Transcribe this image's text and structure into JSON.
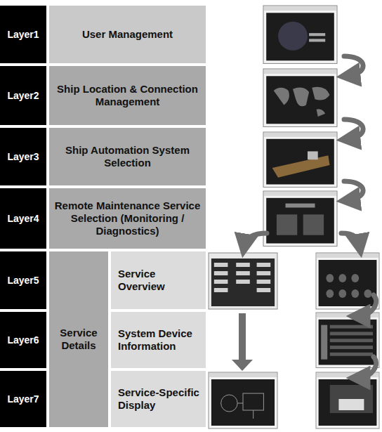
{
  "diagram": {
    "nodes": [
      {
        "text": [
          "Layer1"
        ]
      },
      {
        "text": [
          "User Management"
        ]
      },
      {
        "text": [
          "Layer2"
        ]
      },
      {
        "text": [
          "Ship Location & Connection Management"
        ]
      },
      {
        "text": [
          "Layer3"
        ]
      },
      {
        "text": [
          "Ship Automation System Selection"
        ]
      },
      {
        "text": [
          "Layer4"
        ]
      },
      {
        "text": [
          "Remote Maintenance Service Selection (Monitoring / Diagnostics)"
        ]
      },
      {
        "text": [
          "Layer5"
        ]
      },
      {
        "text": [
          "Service Details"
        ]
      },
      {
        "text": [
          "Service Overview"
        ]
      },
      {
        "text": [
          "Layer6"
        ]
      },
      {
        "text": [
          "System Device Information"
        ]
      },
      {
        "text": [
          "Layer7"
        ]
      },
      {
        "text": [
          "Service-Specific Display"
        ]
      }
    ]
  }
}
